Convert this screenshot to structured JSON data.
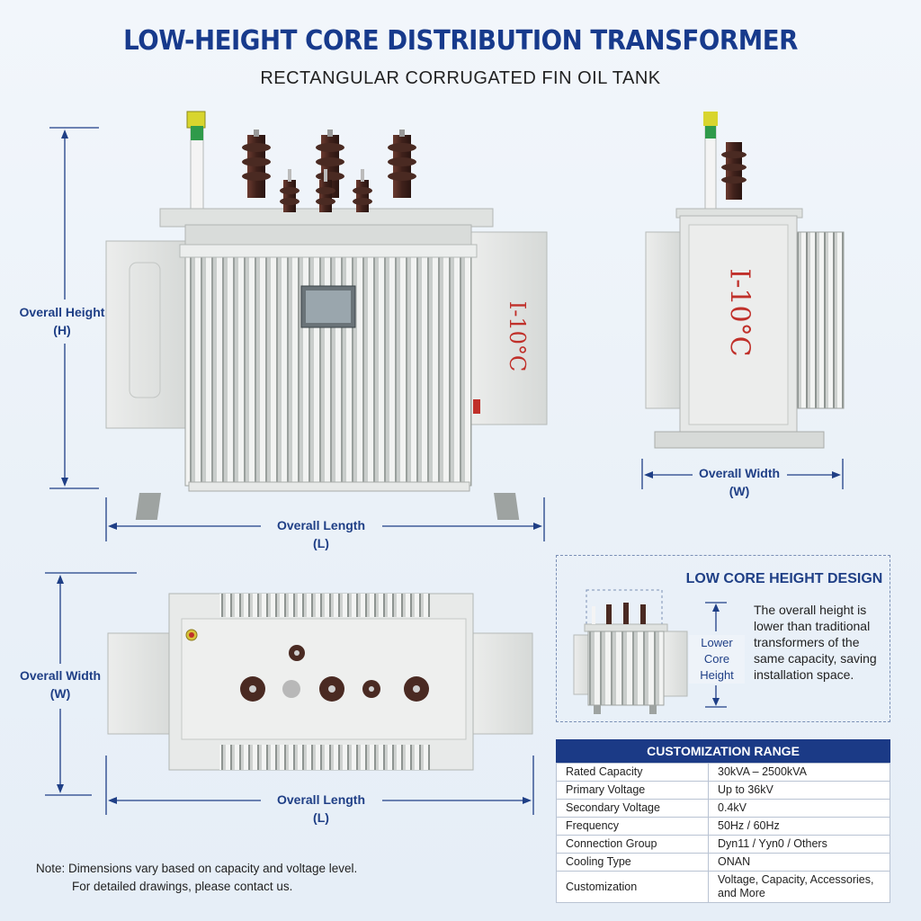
{
  "header": {
    "title": "LOW-HEIGHT CORE DISTRIBUTION TRANSFORMER",
    "subtitle": "RECTANGULAR CORRUGATED FIN OIL TANK"
  },
  "front_view": {
    "height_label": "Overall Height",
    "height_symbol": "(H)",
    "length_label": "Overall Length",
    "length_symbol": "(L)",
    "tank_marking": "I-10°C"
  },
  "side_view": {
    "width_label": "Overall Width",
    "width_symbol": "(W)",
    "tank_marking": "I-10°C"
  },
  "top_view": {
    "width_label": "Overall Width",
    "width_symbol": "(W)",
    "length_label": "Overall Length",
    "length_symbol": "(L)"
  },
  "low_core_panel": {
    "title": "LOW CORE HEIGHT DESIGN",
    "description": "The overall height is lower than traditional transformers of the same capacity, saving installation space.",
    "arrow_label_1": "Lower",
    "arrow_label_2": "Core",
    "arrow_label_3": "Height"
  },
  "customization": {
    "header": "CUSTOMIZATION RANGE",
    "rows": [
      {
        "key": "Rated Capacity",
        "value": "30kVA – 2500kVA"
      },
      {
        "key": "Primary Voltage",
        "value": "Up to 36kV"
      },
      {
        "key": "Secondary Voltage",
        "value": "0.4kV"
      },
      {
        "key": "Frequency",
        "value": "50Hz / 60Hz"
      },
      {
        "key": "Connection Group",
        "value": "Dyn11 / Yyn0 / Others"
      },
      {
        "key": "Cooling Type",
        "value": "ONAN"
      },
      {
        "key": "Customization",
        "value": "Voltage, Capacity, Accessories, and More"
      }
    ]
  },
  "note": {
    "label": "Note:",
    "line1": "Dimensions vary based on capacity and voltage level.",
    "line2": "For detailed drawings, please contact us."
  },
  "colors": {
    "title_blue": "#173a8c",
    "dimension_blue": "#1f3f86",
    "table_header": "#1b3a86",
    "tank_grey": "#e3e5e4",
    "bushing_brown": "#4a2a22",
    "marking_red": "#c0302a"
  }
}
